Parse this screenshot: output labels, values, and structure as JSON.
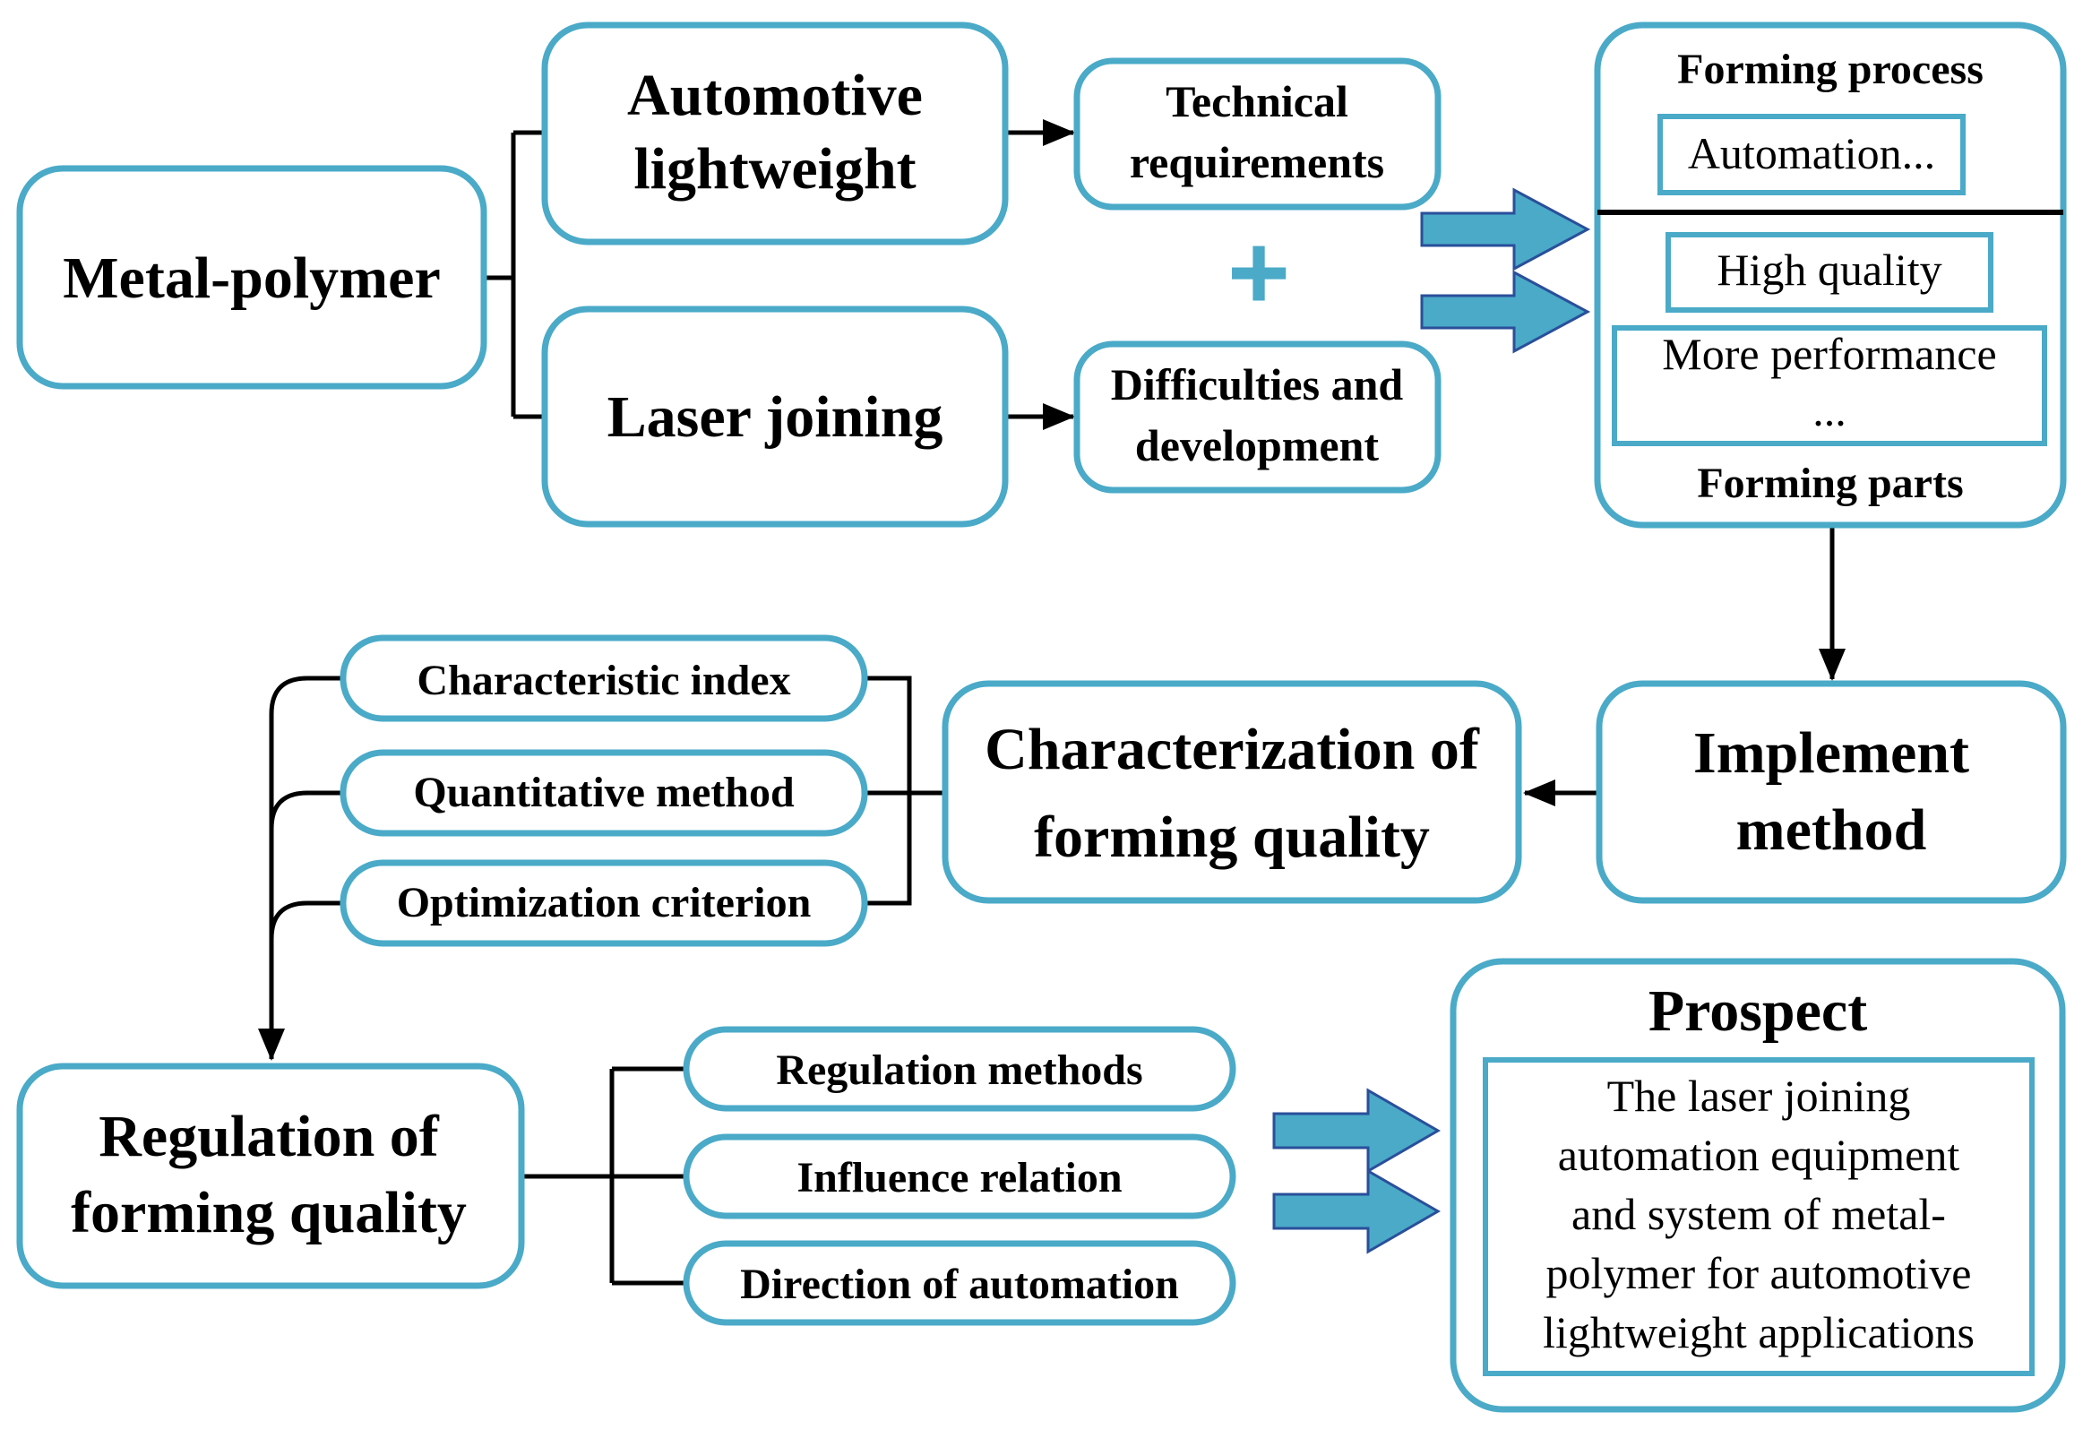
{
  "colors": {
    "box_border": "#4aaac8",
    "arrow_fill": "#4aaac8",
    "arrow_outline": "#2a4f9a",
    "line": "#000000"
  },
  "nodes": {
    "metal_polymer": "Metal-polymer",
    "automotive_lightweight": [
      "Automotive",
      "lightweight"
    ],
    "laser_joining": "Laser joining",
    "technical_requirements": [
      "Technical",
      "requirements"
    ],
    "difficulties": [
      "Difficulties and",
      "development"
    ],
    "plus": "+",
    "forming_panel": {
      "title": "Forming process",
      "automation": "Automation...",
      "high_quality": "High quality",
      "more_performance": "More performance",
      "ellipsis": "...",
      "footer": "Forming parts"
    },
    "implement_method": [
      "Implement",
      "method"
    ],
    "characterization": [
      "Characterization of",
      "forming quality"
    ],
    "characteristic_index": "Characteristic index",
    "quantitative_method": "Quantitative method",
    "optimization_criterion": "Optimization criterion",
    "regulation": [
      "Regulation of",
      "forming quality"
    ],
    "regulation_methods": "Regulation methods",
    "influence_relation": "Influence relation",
    "direction_automation": "Direction of automation",
    "prospect": {
      "title": "Prospect",
      "lines": [
        "The laser joining",
        "automation equipment",
        "and system of metal-",
        "polymer for automotive",
        "lightweight applications"
      ]
    }
  }
}
